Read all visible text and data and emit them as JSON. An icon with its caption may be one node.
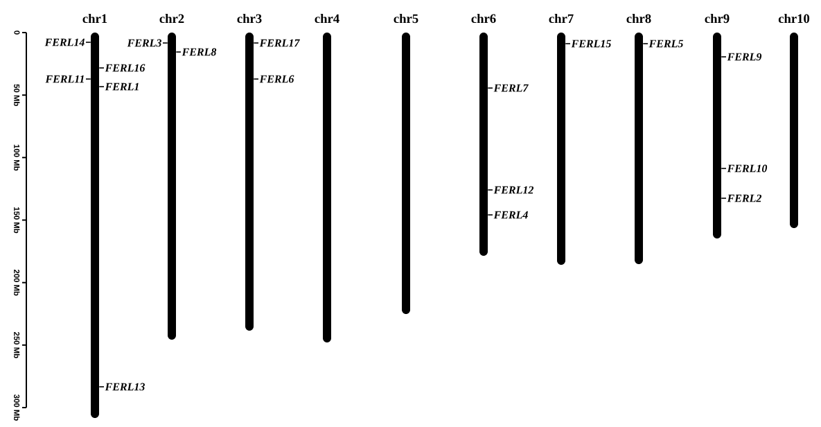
{
  "diagram": {
    "nodes": [
      {
        "text": [
          "chr1"
        ]
      },
      {
        "text": [
          "chr2"
        ]
      },
      {
        "text": [
          "chr3"
        ]
      },
      {
        "text": [
          "chr4"
        ]
      },
      {
        "text": [
          "chr5"
        ]
      },
      {
        "text": [
          "chr6"
        ]
      },
      {
        "text": [
          "chr7"
        ]
      },
      {
        "text": [
          "chr8"
        ]
      },
      {
        "text": [
          "chr9"
        ]
      },
      {
        "text": [
          "chr10"
        ]
      },
      {
        "text": [
          "FERL14"
        ]
      },
      {
        "text": [
          "FERL16"
        ]
      },
      {
        "text": [
          "FERL11"
        ]
      },
      {
        "text": [
          "FERL1"
        ]
      },
      {
        "text": [
          "FERL13"
        ]
      },
      {
        "text": [
          "FERL3"
        ]
      },
      {
        "text": [
          "FERL8"
        ]
      },
      {
        "text": [
          "FERL17"
        ]
      },
      {
        "text": [
          "FERL6"
        ]
      },
      {
        "text": [
          "FERL7"
        ]
      },
      {
        "text": [
          "FERL12"
        ]
      },
      {
        "text": [
          "FERL4"
        ]
      },
      {
        "text": [
          "FERL15"
        ]
      },
      {
        "text": [
          "FERL5"
        ]
      },
      {
        "text": [
          "FERL9"
        ]
      },
      {
        "text": [
          "FERL10"
        ]
      },
      {
        "text": [
          "FERL2"
        ]
      }
    ],
    "edges": [
      {
        "from": 10,
        "to": 0,
        "arrow": "none"
      },
      {
        "from": 11,
        "to": 0,
        "arrow": "none"
      },
      {
        "from": 12,
        "to": 0,
        "arrow": "none"
      },
      {
        "from": 13,
        "to": 0,
        "arrow": "none"
      },
      {
        "from": 14,
        "to": 0,
        "arrow": "none"
      },
      {
        "from": 15,
        "to": 1,
        "arrow": "none"
      },
      {
        "from": 16,
        "to": 1,
        "arrow": "none"
      },
      {
        "from": 17,
        "to": 2,
        "arrow": "none"
      },
      {
        "from": 18,
        "to": 2,
        "arrow": "none"
      },
      {
        "from": 19,
        "to": 5,
        "arrow": "none"
      },
      {
        "from": 20,
        "to": 5,
        "arrow": "none"
      },
      {
        "from": 21,
        "to": 5,
        "arrow": "none"
      },
      {
        "from": 22,
        "to": 6,
        "arrow": "none"
      },
      {
        "from": 23,
        "to": 7,
        "arrow": "none"
      },
      {
        "from": 24,
        "to": 8,
        "arrow": "none"
      },
      {
        "from": 25,
        "to": 8,
        "arrow": "none"
      },
      {
        "from": 26,
        "to": 8,
        "arrow": "none"
      }
    ],
    "labels": [
      "0",
      "50 Mb",
      "100 Mb",
      "150 Mb",
      "200 Mb",
      "250 Mb",
      "300 Mb"
    ]
  }
}
